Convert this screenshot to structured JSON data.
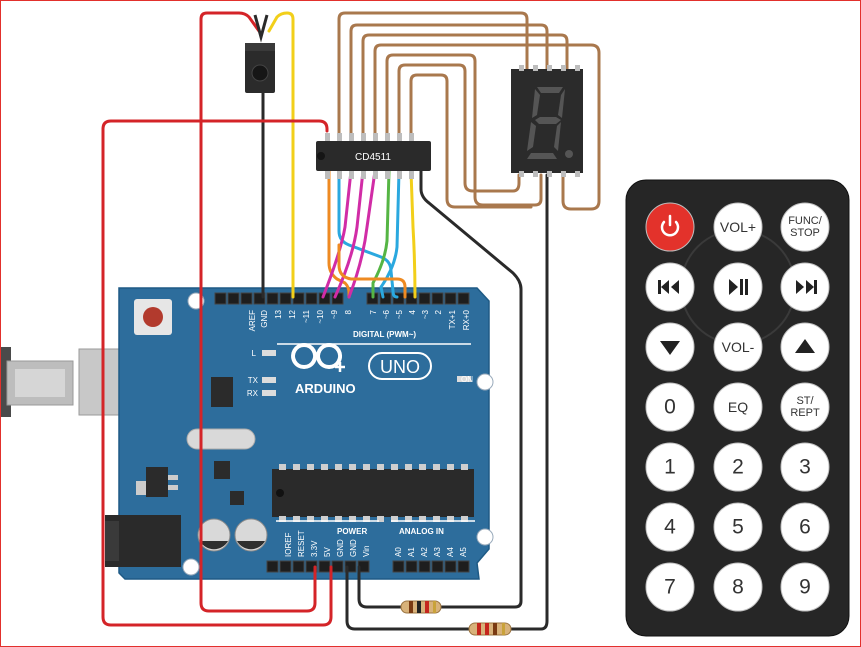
{
  "ic": {
    "label": "CD4511"
  },
  "arduino": {
    "brand": "ARDUINO",
    "model": "UNO",
    "digital_header": "DIGITAL (PWM~)",
    "power_header": "POWER",
    "analog_header": "ANALOG IN",
    "on_label": "ON",
    "led_l": "L",
    "led_tx": "TX",
    "led_rx": "RX",
    "top_pins": [
      "AREF",
      "GND",
      "13",
      "12",
      "~11",
      "~10",
      "~9",
      "8",
      "7",
      "~6",
      "~5",
      "4",
      "~3",
      "2",
      "TX+1",
      "RX+0"
    ],
    "power_pins": [
      "IOREF",
      "RESET",
      "3.3V",
      "5V",
      "GND",
      "GND",
      "Vin"
    ],
    "analog_pins": [
      "A0",
      "A1",
      "A2",
      "A3",
      "A4",
      "A5"
    ]
  },
  "remote": {
    "buttons": [
      {
        "id": "power",
        "label": ""
      },
      {
        "id": "vol-up",
        "label": "VOL+"
      },
      {
        "id": "func-stop",
        "label": "FUNC/\nSTOP"
      },
      {
        "id": "prev",
        "label": ""
      },
      {
        "id": "play-pause",
        "label": ""
      },
      {
        "id": "next",
        "label": ""
      },
      {
        "id": "down",
        "label": ""
      },
      {
        "id": "vol-down",
        "label": "VOL-"
      },
      {
        "id": "up",
        "label": ""
      },
      {
        "id": "0",
        "label": "0"
      },
      {
        "id": "eq",
        "label": "EQ"
      },
      {
        "id": "st-rept",
        "label": "ST/\nREPT"
      },
      {
        "id": "1",
        "label": "1"
      },
      {
        "id": "2",
        "label": "2"
      },
      {
        "id": "3",
        "label": "3"
      },
      {
        "id": "4",
        "label": "4"
      },
      {
        "id": "5",
        "label": "5"
      },
      {
        "id": "6",
        "label": "6"
      },
      {
        "id": "7",
        "label": "7"
      },
      {
        "id": "8",
        "label": "8"
      },
      {
        "id": "9",
        "label": "9"
      }
    ]
  },
  "colors": {
    "board": "#2d6d9c",
    "wire_red": "#d42428",
    "wire_black": "#2a2a2a",
    "wire_yellow": "#f2cf1a",
    "wire_brown": "#a9784d",
    "wire_magenta": "#d12ca6",
    "wire_blue": "#2aa8df",
    "wire_orange": "#ee8a22",
    "wire_green": "#55b544",
    "remote_body": "#262626",
    "power_button": "#e3322b"
  }
}
